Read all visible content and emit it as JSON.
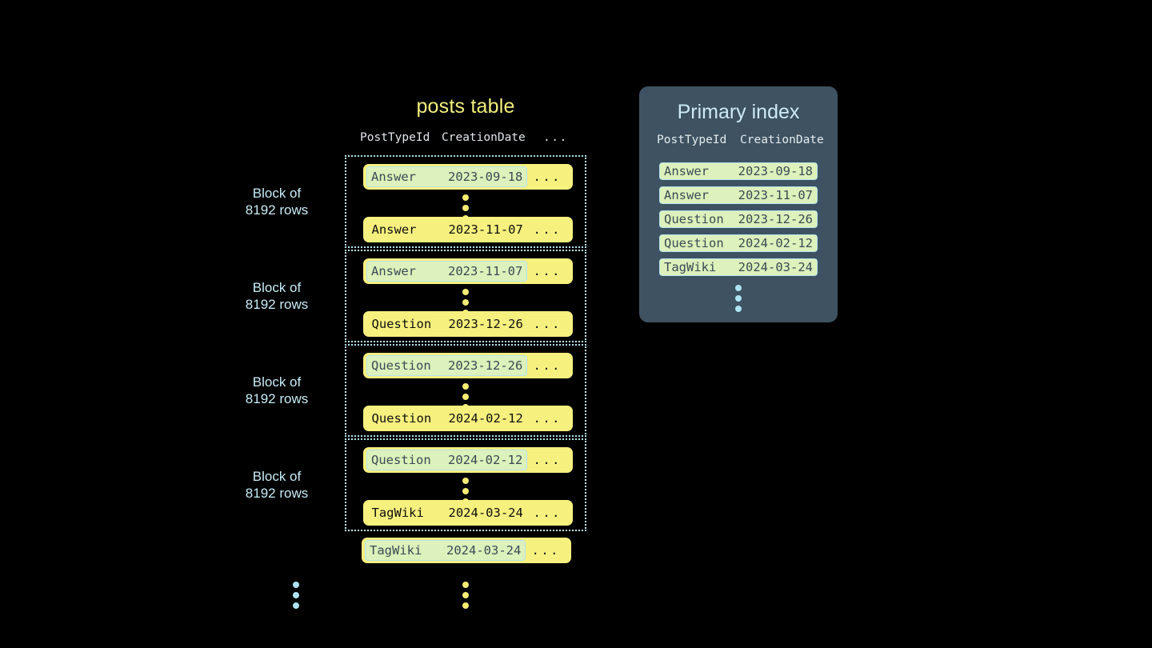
{
  "posts_table": {
    "title": "posts table",
    "columns": [
      "PostTypeId",
      "CreationDate",
      "..."
    ],
    "row_dots_label": "...",
    "block_label": "Block of\n8192 rows",
    "blocks": [
      {
        "label": "Block of\n8192 rows",
        "first_row": {
          "type": "Answer",
          "date": "2023-09-18",
          "rest": "...",
          "marked": true
        },
        "last_row": {
          "type": "Answer",
          "date": "2023-11-07",
          "rest": "...",
          "marked": false
        }
      },
      {
        "label": "Block of\n8192 rows",
        "first_row": {
          "type": "Answer",
          "date": "2023-11-07",
          "rest": "...",
          "marked": true
        },
        "last_row": {
          "type": "Question",
          "date": "2023-12-26",
          "rest": "...",
          "marked": false
        }
      },
      {
        "label": "Block of\n8192 rows",
        "first_row": {
          "type": "Question",
          "date": "2023-12-26",
          "rest": "...",
          "marked": true
        },
        "last_row": {
          "type": "Question",
          "date": "2024-02-12",
          "rest": "...",
          "marked": false
        }
      },
      {
        "label": "Block of\n8192 rows",
        "first_row": {
          "type": "Question",
          "date": "2024-02-12",
          "rest": "...",
          "marked": true
        },
        "last_row": {
          "type": "TagWiki",
          "date": "2024-03-24",
          "rest": "...",
          "marked": false
        }
      }
    ],
    "tail_row": {
      "type": "TagWiki",
      "date": "2024-03-24",
      "rest": "...",
      "marked": true
    }
  },
  "primary_index": {
    "title": "Primary index",
    "columns": [
      "PostTypeId",
      "CreationDate"
    ],
    "rows": [
      {
        "type": "Answer",
        "date": "2023-09-18"
      },
      {
        "type": "Answer",
        "date": "2023-11-07"
      },
      {
        "type": "Question",
        "date": "2023-12-26"
      },
      {
        "type": "Question",
        "date": "2024-02-12"
      },
      {
        "type": "TagWiki",
        "date": "2024-03-24"
      }
    ]
  },
  "colors": {
    "background": "#000000",
    "row_yellow": "#f6f07f",
    "mark_green": "#dcf1bb",
    "mark_border": "#b6e3ef",
    "block_border": "#b9e6f2",
    "panel_bg": "#3e5261",
    "title_yellow": "#f2ef7e",
    "title_blue": "#cfeaf6",
    "dot_yellow": "#f4ec74",
    "dot_blue": "#aee3f2"
  }
}
